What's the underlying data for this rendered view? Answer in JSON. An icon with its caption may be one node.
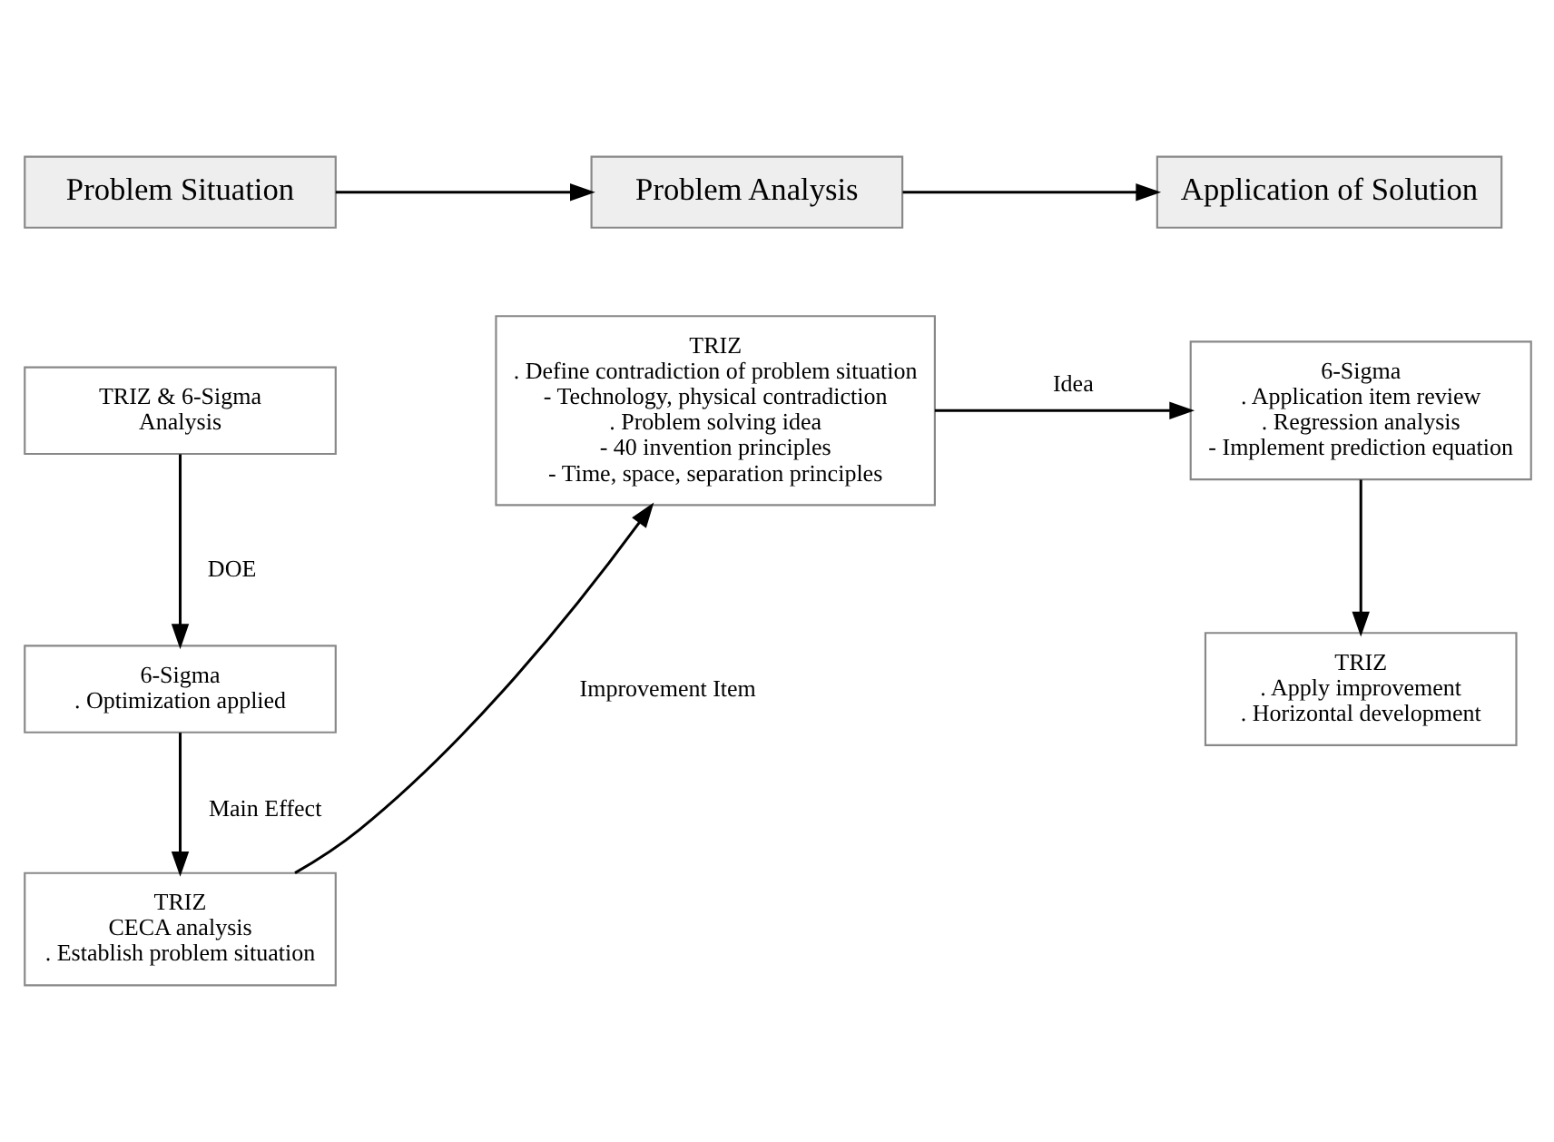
{
  "diagram": {
    "nodes": [
      {
        "text": [
          "Problem Situation"
        ]
      },
      {
        "text": [
          "Problem Analysis"
        ]
      },
      {
        "text": [
          "Application of Solution"
        ]
      },
      {
        "text": [
          "TRIZ & 6-Sigma",
          "Analysis"
        ]
      },
      {
        "text": [
          "6-Sigma",
          ". Optimization applied"
        ]
      },
      {
        "text": [
          "TRIZ",
          "CECA analysis",
          ". Establish problem situation"
        ]
      },
      {
        "text": [
          "TRIZ",
          ". Define contradiction of problem situation",
          "- Technology, physical contradiction",
          ". Problem solving idea",
          "- 40 invention principles",
          "- Time, space, separation principles"
        ]
      },
      {
        "text": [
          "6-Sigma",
          ". Application item review",
          ". Regression analysis",
          "- Implement prediction equation"
        ]
      },
      {
        "text": [
          "TRIZ",
          ". Apply improvement",
          ". Horizontal development"
        ]
      }
    ],
    "edges": [
      {
        "from": 0,
        "to": 1,
        "arrow": "to"
      },
      {
        "from": 1,
        "to": 2,
        "arrow": "to"
      },
      {
        "from": 3,
        "to": 4,
        "arrow": "to",
        "label": "DOE"
      },
      {
        "from": 4,
        "to": 5,
        "arrow": "to",
        "label": "Main Effect"
      },
      {
        "from": 5,
        "to": 6,
        "arrow": "to",
        "label": "Improvement Item"
      },
      {
        "from": 6,
        "to": 7,
        "arrow": "to",
        "label": "Idea"
      },
      {
        "from": 7,
        "to": 8,
        "arrow": "to"
      }
    ]
  }
}
